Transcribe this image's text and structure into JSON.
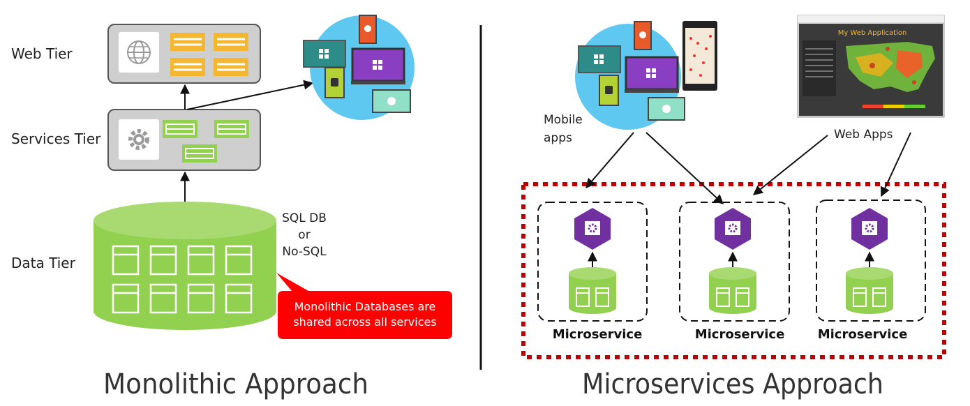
{
  "monolithic": {
    "web_tier_label": "Web Tier",
    "services_tier_label": "Services Tier",
    "data_tier_label": "Data Tier",
    "db_type_line1": "SQL DB",
    "db_type_line2": "or",
    "db_type_line3": "No-SQL",
    "callout_line1": "Monolithic Databases are",
    "callout_line2": "shared across all services",
    "caption": "Monolithic Approach"
  },
  "microservices": {
    "mobile_label_line1": "Mobile",
    "mobile_label_line2": "apps",
    "web_apps_label": "Web Apps",
    "web_app_screenshot_title": "My Web Application",
    "services": [
      {
        "label": "Microservice"
      },
      {
        "label": "Microservice"
      },
      {
        "label": "Microservice"
      }
    ],
    "caption": "Microservices Approach"
  },
  "colors": {
    "tier_box": "#cfcfcf",
    "tier_border": "#555555",
    "web_component": "#f5b731",
    "service_component": "#92d050",
    "database": "#92d050",
    "device_circle": "#5ec8f0",
    "hexagon": "#7030a0",
    "callout": "#ff0000",
    "boundary": "#c00000"
  },
  "icons": {
    "web_tier": "globe-icon",
    "services_tier": "gear-icon",
    "microservice": "gear-icon"
  }
}
